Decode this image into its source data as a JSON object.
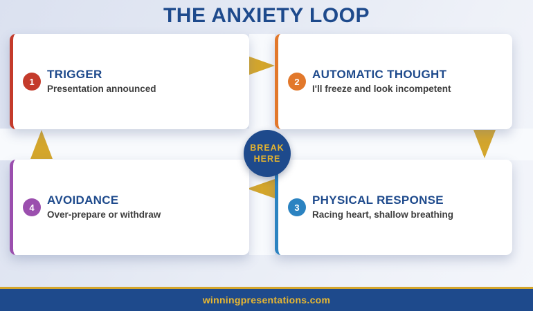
{
  "title": "THE ANXIETY LOOP",
  "cards": [
    {
      "number": "1",
      "title": "TRIGGER",
      "description": "Presentation announced",
      "accent": "#c43b2b"
    },
    {
      "number": "2",
      "title": "AUTOMATIC THOUGHT",
      "description": "I'll freeze and look incompetent",
      "accent": "#e2782b"
    },
    {
      "number": "3",
      "title": "PHYSICAL RESPONSE",
      "description": "Racing heart, shallow breathing",
      "accent": "#2b83c1"
    },
    {
      "number": "4",
      "title": "AVOIDANCE",
      "description": "Over-prepare or withdraw",
      "accent": "#9b4fae"
    }
  ],
  "center_badge": {
    "line1": "BREAK",
    "line2": "HERE"
  },
  "footer": {
    "website": "winningpresentations.com"
  },
  "colors": {
    "title_blue": "#1e4a8c",
    "gold": "#d4a62c",
    "footer_bar_blue": "#1e4a8c",
    "footer_text_gold": "#e9b831",
    "background_top": "#dbe1f0",
    "background_bottom": "#f4f6fb",
    "card_background": "#ffffff",
    "description_text": "#3d3d3d"
  },
  "icons": {
    "arrow_right": "triangle pointing right",
    "arrow_down": "triangle pointing down",
    "arrow_left": "triangle pointing left",
    "arrow_up": "triangle pointing up"
  }
}
